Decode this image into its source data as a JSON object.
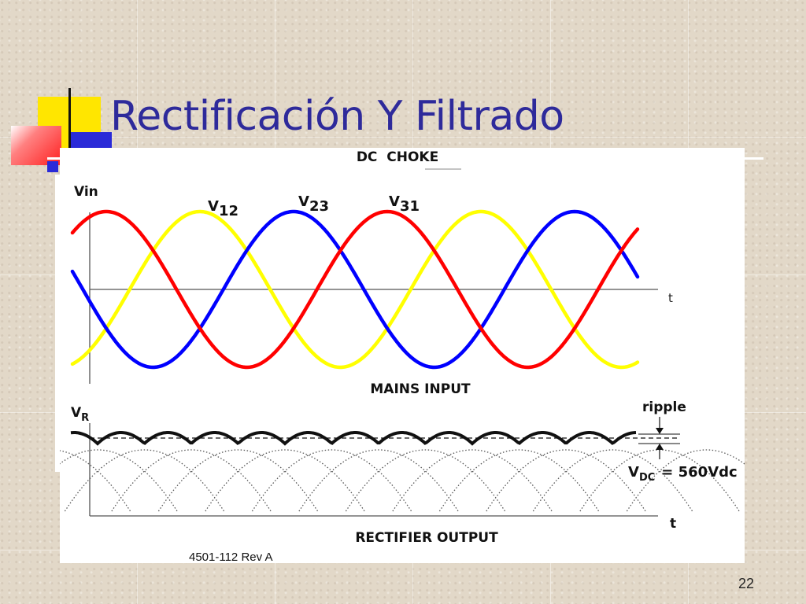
{
  "slide": {
    "title": "Rectificación Y Filtrado",
    "page_number": "22",
    "colors": {
      "title": "#2e2a9b",
      "logo_yellow": "#ffe600",
      "logo_red": "#ff2a2a",
      "logo_blue": "#2a2ad8"
    }
  },
  "diagram": {
    "top_label": "DC  CHOKE",
    "mains": {
      "y_label": "Vin",
      "t_label": "t",
      "caption": "MAINS INPUT",
      "phases": [
        {
          "name": "V",
          "sub": "12",
          "color": "#ff0000"
        },
        {
          "name": "V",
          "sub": "23",
          "color": "#0000ff"
        },
        {
          "name": "V",
          "sub": "31",
          "color": "#ffff00"
        }
      ]
    },
    "rectifier": {
      "y_label": "V",
      "y_sub": "R",
      "t_label": "t",
      "caption": "RECTIFIER OUTPUT",
      "ripple_label": "ripple",
      "vdc_name": "V",
      "vdc_sub": "DC",
      "vdc_value": "= 560Vdc"
    },
    "footer_code": "4501-112 Rev A"
  }
}
